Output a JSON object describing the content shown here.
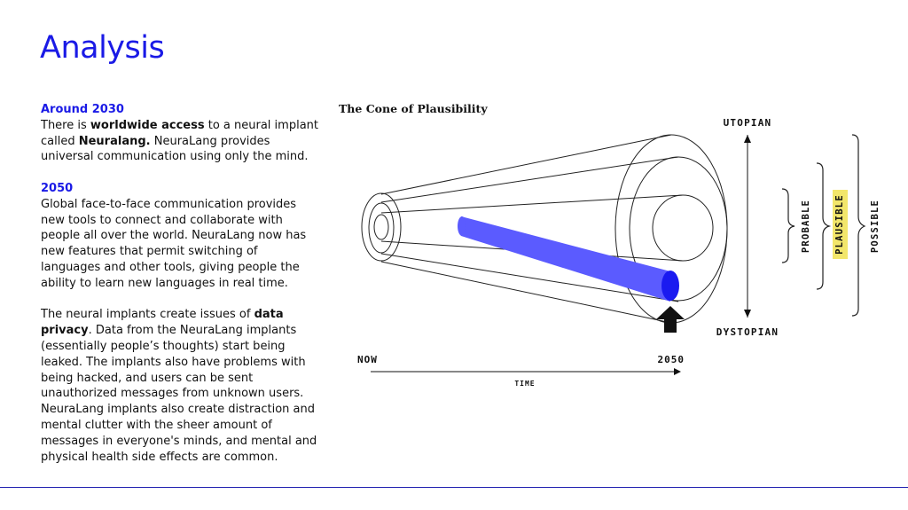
{
  "page": {
    "title": "Analysis",
    "accent_color": "#1a1ae6"
  },
  "section1": {
    "heading": "Around 2030",
    "t1": "There is ",
    "b1": "worldwide access",
    "t2": " to a neural implant called ",
    "b2": "Neuralang.",
    "t3": " NeuraLang provides universal communication using only the mind."
  },
  "section2": {
    "heading": "2050",
    "text": "Global face-to-face communication provides new tools to connect and collaborate with people all over the world. NeuraLang now has new features that permit switching of languages and other tools, giving people the ability to learn new languages in real time."
  },
  "section3": {
    "t1": "The neural implants create issues of ",
    "b1": "data privacy",
    "t2": ". Data from the NeuraLang implants (essentially people’s thoughts) start being leaked. The implants also have problems with being hacked, and users can be sent unauthorized messages from unknown users. NeuraLang implants also create distraction and mental clutter with the sheer amount of messages in everyone's minds, and mental and physical health side effects are common."
  },
  "diagram": {
    "title": "The Cone of Plausibility",
    "top_label": "UTOPIAN",
    "bottom_label": "DYSTOPIAN",
    "start_label": "NOW",
    "end_label": "2050",
    "axis_label": "TIME",
    "brackets": {
      "inner": "PROBABLE",
      "middle": "PLAUSIBLE",
      "outer": "POSSIBLE"
    },
    "highlight_color": "#f2e66b",
    "path_color": "#5b5bff",
    "path_end_color": "#1a1af0"
  }
}
